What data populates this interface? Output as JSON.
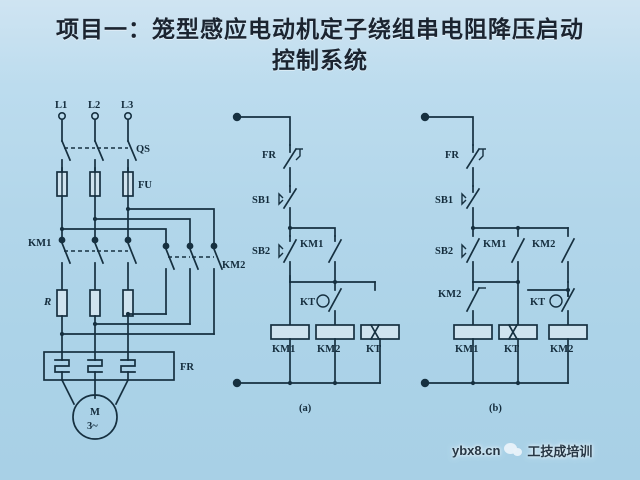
{
  "title": {
    "line1": "项目一：笼型感应电动机定子绕组串电阻降压启动",
    "line2": "控制系统"
  },
  "main_circuit": {
    "supply_lines": [
      "L1",
      "L2",
      "L3"
    ],
    "switch_label": "QS",
    "fuse_label": "FU",
    "contactor1_label": "KM1",
    "contactor2_label": "KM2",
    "resistor_label": "R",
    "thermal_relay_label": "FR",
    "motor": {
      "symbol": "M",
      "phase": "3~"
    }
  },
  "control_a": {
    "figure_label": "(a)",
    "thermal_contact": "FR",
    "stop_button": "SB1",
    "start_button": "SB2",
    "seal_contact": "KM1",
    "timer_contact": "KT",
    "coils": [
      "KM1",
      "KM2",
      "KT"
    ]
  },
  "control_b": {
    "figure_label": "(b)",
    "thermal_contact": "FR",
    "stop_button": "SB1",
    "start_button": "SB2",
    "seal_contact_1": "KM1",
    "seal_contact_2": "KM2",
    "interlock_contact": "KM2",
    "timer_contact": "KT",
    "coils": [
      "KM1",
      "KT",
      "KM2"
    ]
  },
  "watermark": {
    "site": "ybx8.cn",
    "text": "工技成培训",
    "icon": "wechat-icon"
  },
  "colors": {
    "background_top": "#cfe4f2",
    "background_bottom": "#a8d0e6",
    "ink": "#163040",
    "title": "#1b2430"
  }
}
